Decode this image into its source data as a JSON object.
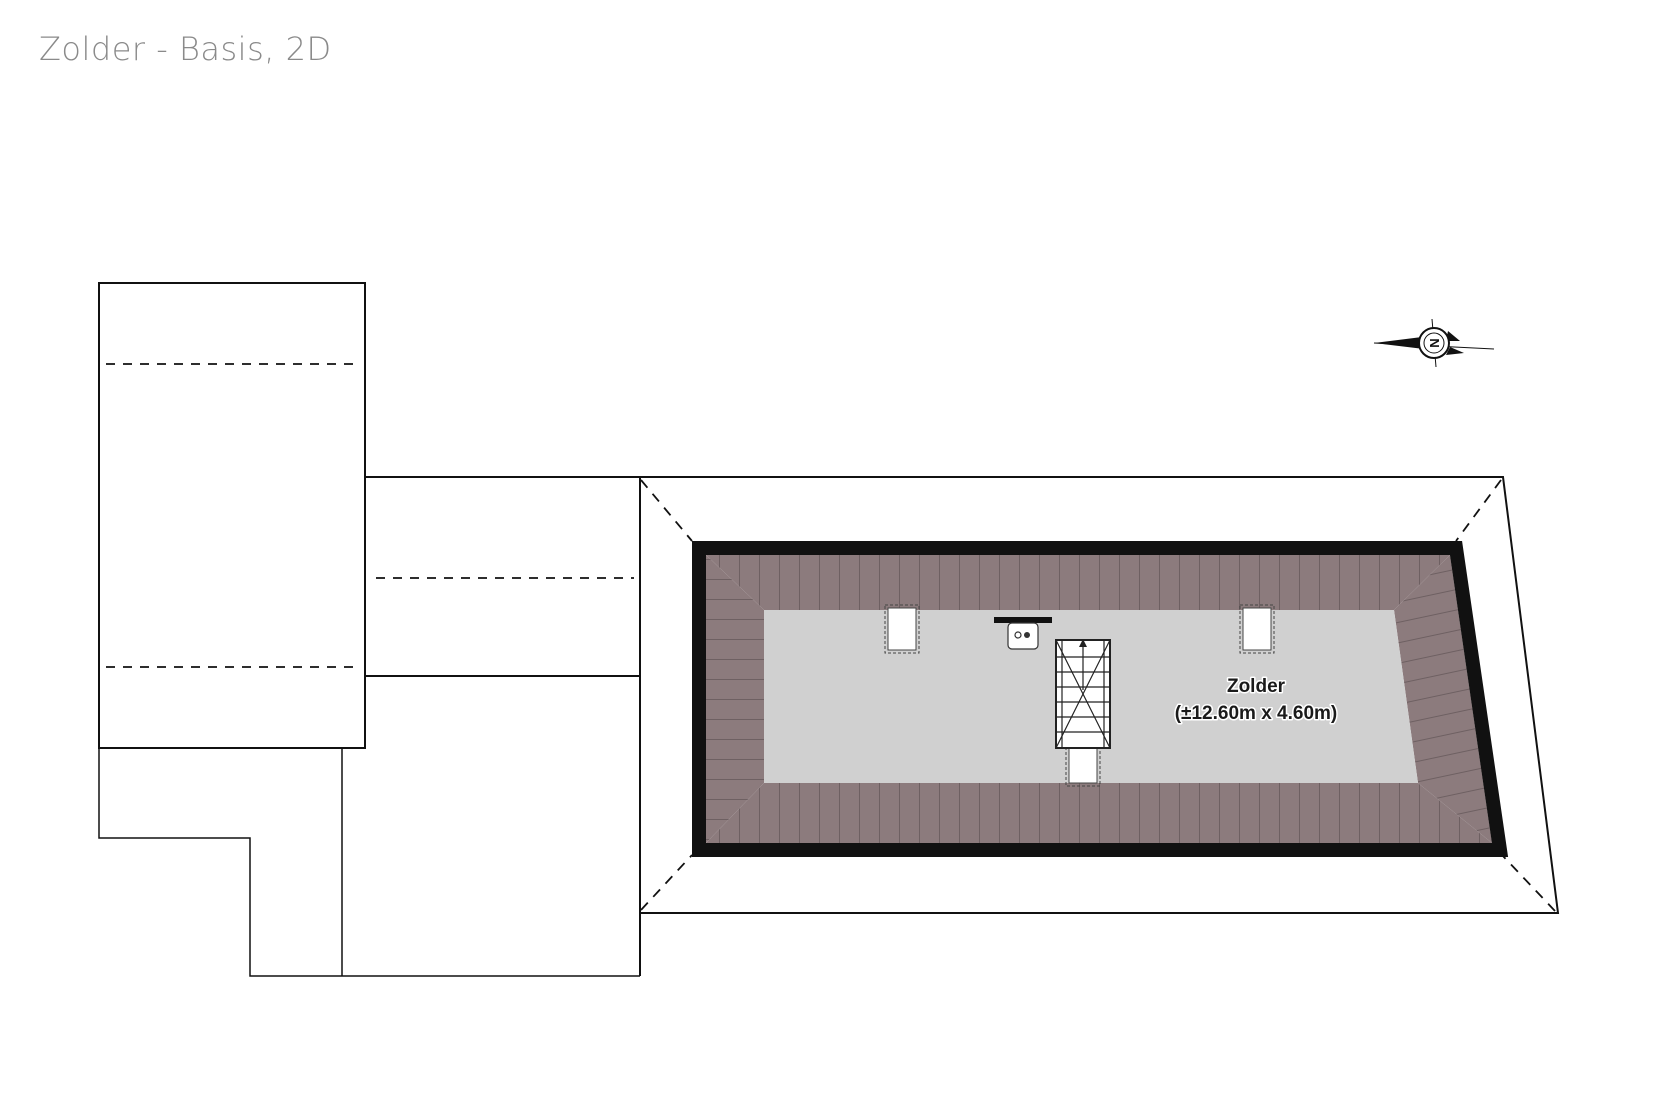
{
  "title": "Zolder - Basis, 2D",
  "room": {
    "name": "Zolder",
    "dimensions": "(±12.60m x 4.60m)"
  },
  "compass": {
    "letter": "N"
  },
  "colors": {
    "roof_slope": "#8c7b7d",
    "floor": "#d0d0d0",
    "wall": "#111111",
    "title": "#8a8a8a"
  }
}
